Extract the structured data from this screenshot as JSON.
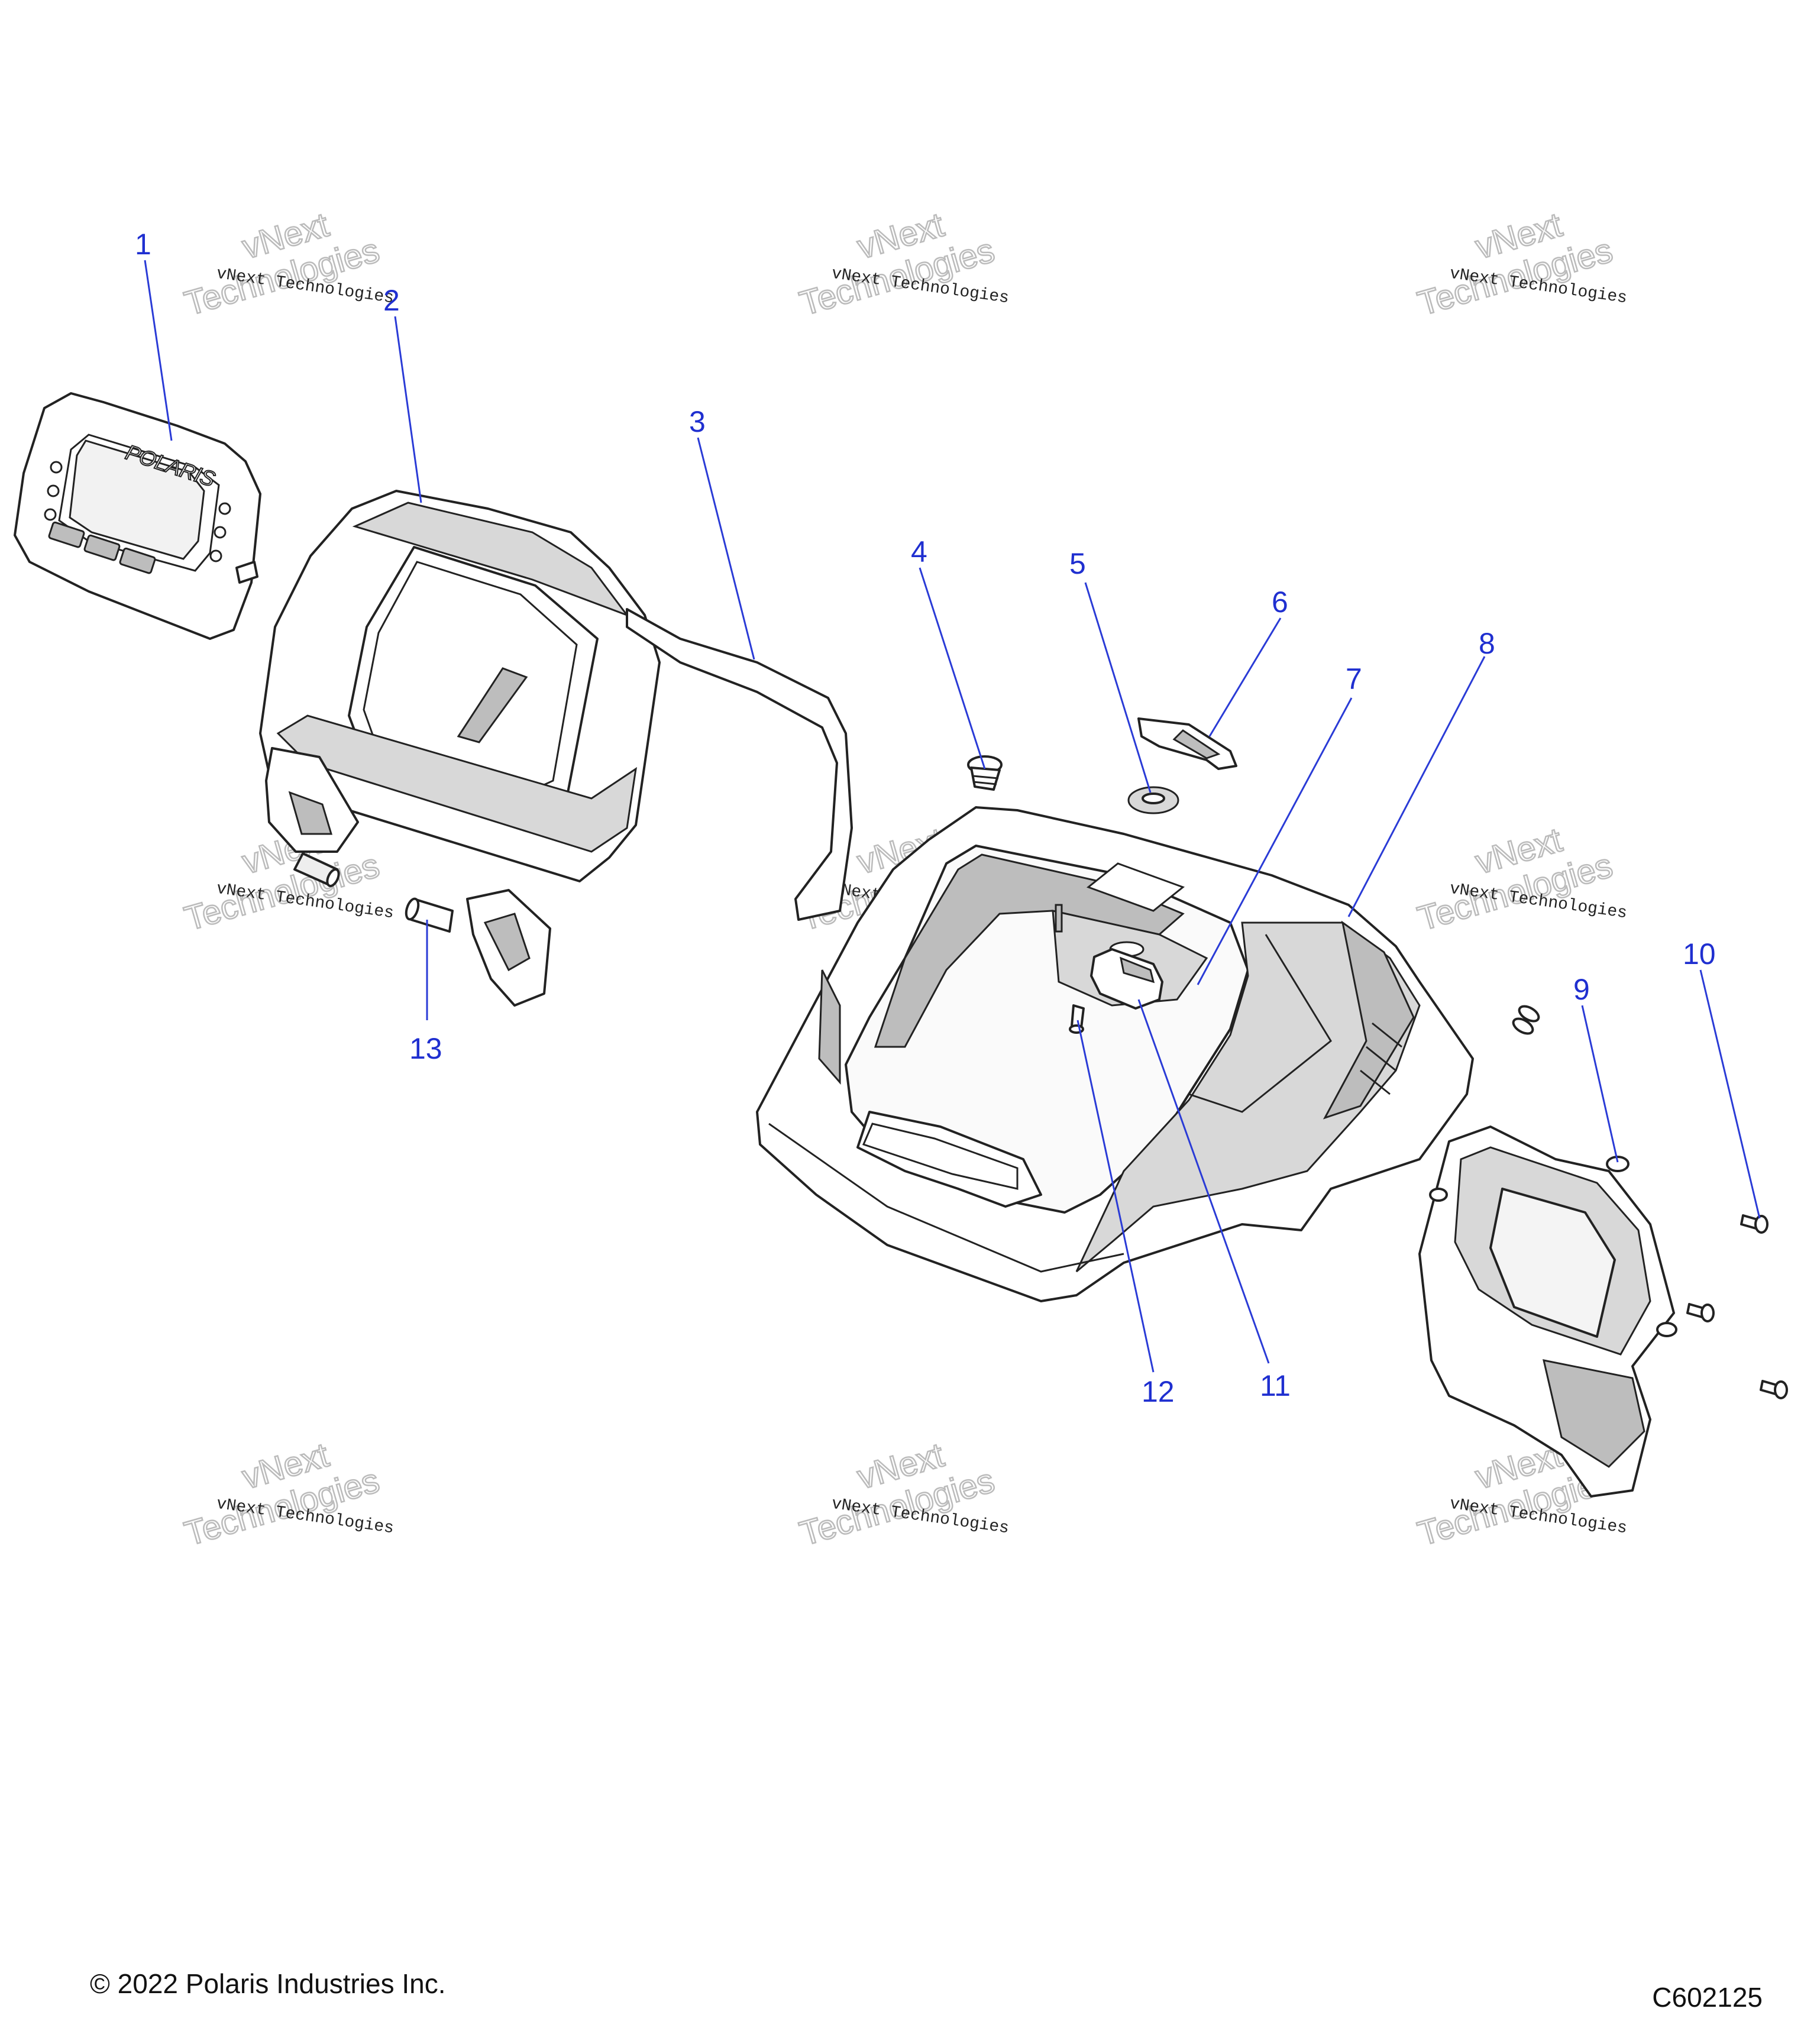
{
  "callouts": [
    {
      "id": "1",
      "label": "1"
    },
    {
      "id": "2",
      "label": "2"
    },
    {
      "id": "3",
      "label": "3"
    },
    {
      "id": "4",
      "label": "4"
    },
    {
      "id": "5",
      "label": "5"
    },
    {
      "id": "6",
      "label": "6"
    },
    {
      "id": "7",
      "label": "7"
    },
    {
      "id": "8",
      "label": "8"
    },
    {
      "id": "9",
      "label": "9"
    },
    {
      "id": "10",
      "label": "10"
    },
    {
      "id": "11",
      "label": "11"
    },
    {
      "id": "12",
      "label": "12"
    },
    {
      "id": "13",
      "label": "13"
    }
  ],
  "watermark": {
    "small": "vNext Technologies",
    "big_top": "vNext",
    "big_bottom": "Technologies"
  },
  "display_logo": "POLARIS",
  "footer": {
    "copyright": "© 2022 Polaris Industries Inc.",
    "drawing_id": "C602125"
  },
  "colors": {
    "callout": "#1f2fd0",
    "line": "#222222",
    "shade": "#d8d8d8"
  }
}
